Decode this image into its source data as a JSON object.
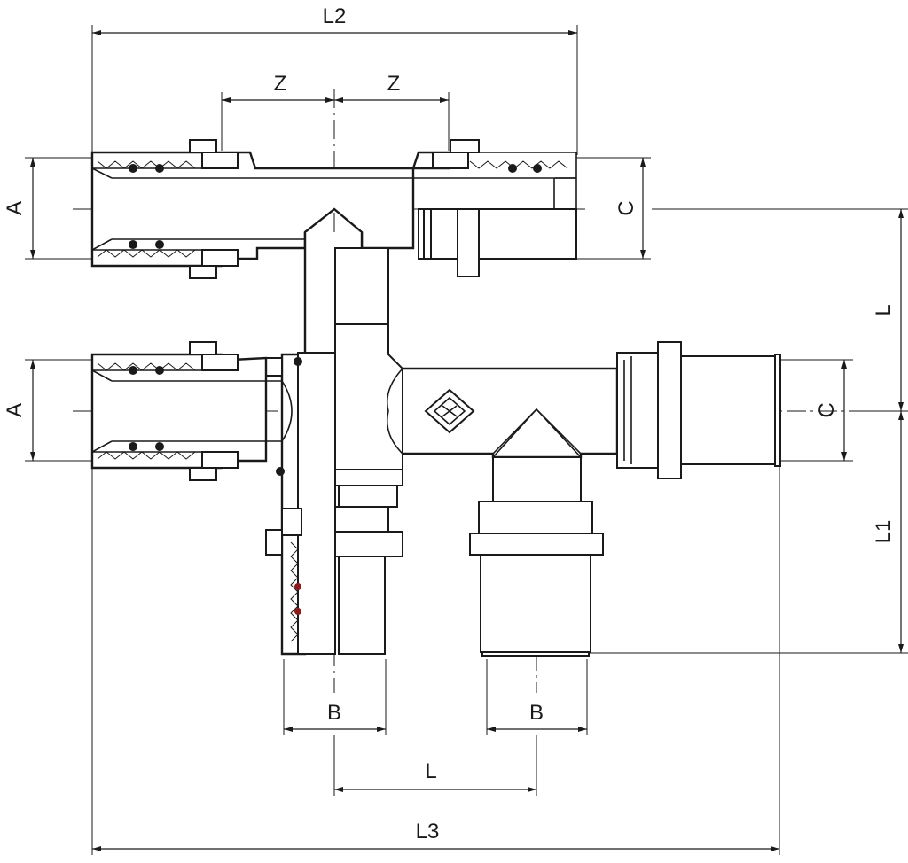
{
  "labels": {
    "L2": "L2",
    "Z_left": "Z",
    "Z_right": "Z",
    "A_top": "A",
    "A_bottom": "A",
    "C_top": "C",
    "C_right": "C",
    "L_right": "L",
    "L1": "L1",
    "B_left": "B",
    "B_right": "B",
    "L_bottom": "L",
    "L3": "L3"
  }
}
